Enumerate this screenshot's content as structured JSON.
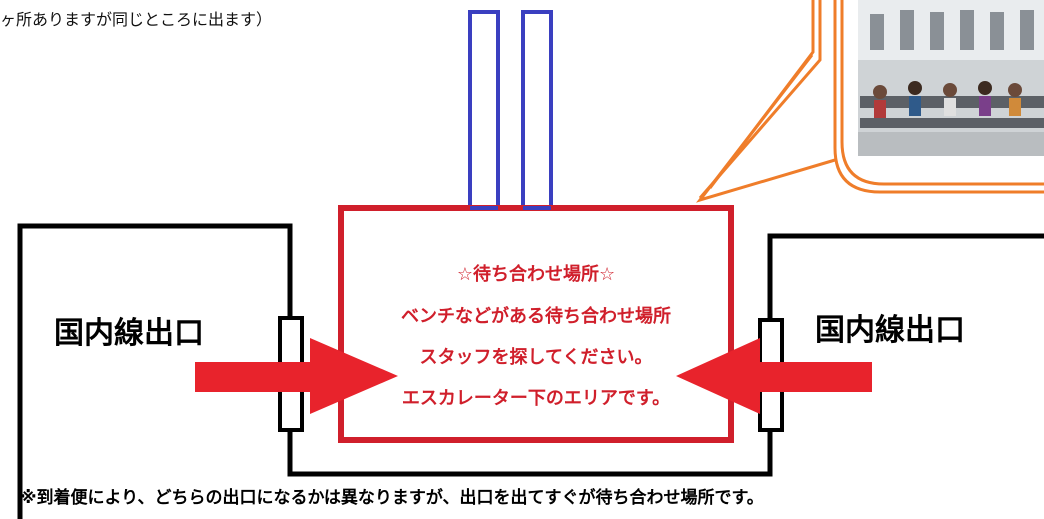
{
  "top_note": "ヶ所ありますが同じところに出ます）",
  "exits": {
    "left_label": "国内線出口",
    "right_label": "国内線出口"
  },
  "meeting_box": {
    "title": "☆待ち合わせ場所☆",
    "line1": "ベンチなどがある待ち合わせ場所",
    "line2": "スタッフを探してください。",
    "line3": "エスカレーター下のエリアです。"
  },
  "bottom_note": "※到着便により、どちらの出口になるかは異なりますが、出口を出てすぐが待ち合わせ場所です。",
  "colors": {
    "accent_red": "#d01f2b",
    "escalator_blue": "#3a3fc0",
    "callout_orange": "#ef7d2a",
    "outline_black": "#000000"
  }
}
